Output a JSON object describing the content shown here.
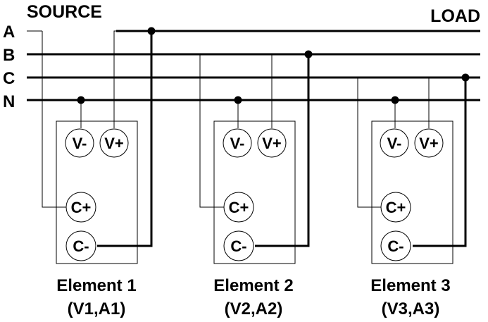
{
  "header": {
    "source_label": "SOURCE",
    "load_label": "LOAD"
  },
  "phases": [
    "A",
    "B",
    "C",
    "N"
  ],
  "terminals": {
    "v_minus": "V-",
    "v_plus": "V+",
    "c_plus": "C+",
    "c_minus": "C-"
  },
  "elements": [
    {
      "name": "Element 1",
      "channels": "(V1,A1)"
    },
    {
      "name": "Element 2",
      "channels": "(V2,A2)"
    },
    {
      "name": "Element 3",
      "channels": "(V3,A3)"
    }
  ],
  "colors": {
    "line": "#000000",
    "background": "#ffffff"
  }
}
